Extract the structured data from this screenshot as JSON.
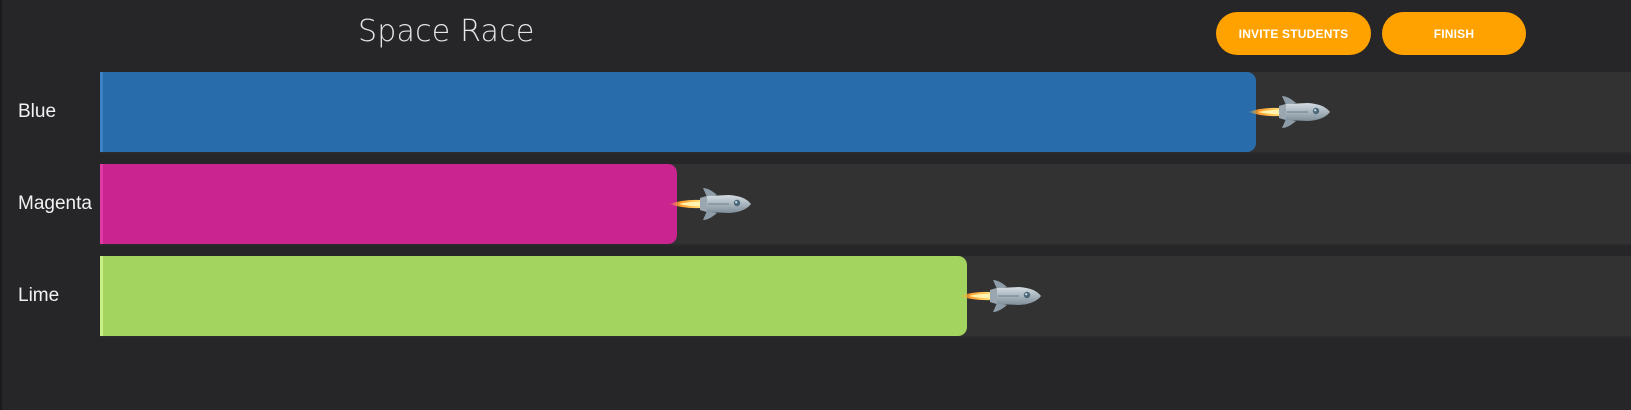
{
  "header": {
    "title": "Space Race",
    "invite_label": "INVITE STUDENTS",
    "finish_label": "FINISH"
  },
  "colors": {
    "background": "#262628",
    "accent": "#ffa200"
  },
  "teams": [
    {
      "name": "Blue",
      "progress": 0.755,
      "color": "#286cab",
      "edge": "#3a82c4"
    },
    {
      "name": "Magenta",
      "progress": 0.377,
      "color": "#c92490",
      "edge": "#e03aa6"
    },
    {
      "name": "Lime",
      "progress": 0.566,
      "color": "#a3d45f",
      "edge": "#c6ef86"
    }
  ]
}
